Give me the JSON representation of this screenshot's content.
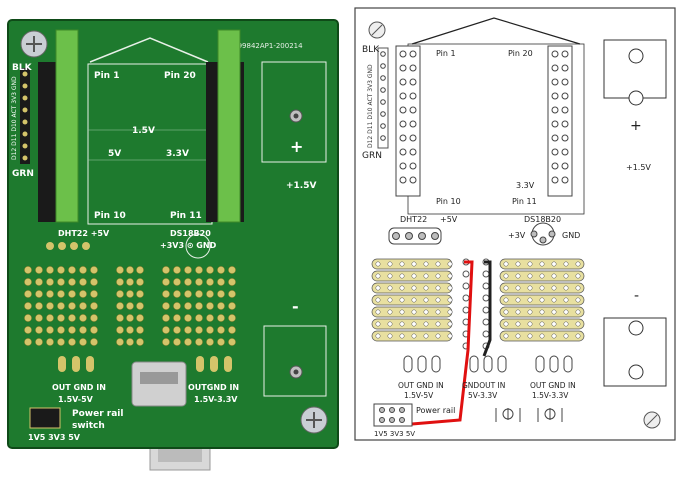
{
  "photo": {
    "board_id": "ZB99842AP1-200214",
    "pin1": "Pin 1",
    "pin20": "Pin 20",
    "pin10": "Pin 10",
    "pin11": "Pin 11",
    "rail_1v5": "1.5V",
    "rail_5v": "5V",
    "rail_3v3": "3.3V",
    "plus_1v5": "+1.5V",
    "dht_label": "DHT22 +5V",
    "ds_label": "DS18B20",
    "ds_pins": "+3V3 ⊙ GND",
    "plus": "+",
    "minus": "-",
    "blk": "BLK",
    "grn": "GRN",
    "left_pin_labels": "D12 D11 D10 ACT 3V3 GND",
    "reg1_pins": "OUT GND IN",
    "reg1_value": "1.5V-5V",
    "reg2_pins": "OUTGND IN",
    "reg2_value": "1.5V-3.3V",
    "power_rail": "Power rail",
    "switch": "switch",
    "bottom_voltages": "1V5 3V3 5V"
  },
  "diagram": {
    "pin1": "Pin 1",
    "pin20": "Pin 20",
    "pin10": "Pin 10",
    "pin11": "Pin 11",
    "v3_3": "3.3V",
    "plus_1v5": "+1.5V",
    "dht_label": "DHT22",
    "dht_plus": "+5V",
    "ds_label": "DS18B20",
    "ds_plus": "+3V",
    "ds_gnd": "GND",
    "plus": "+",
    "minus": "-",
    "blk": "BLK",
    "grn": "GRN",
    "left_pin_labels": "D12 D11 D10 ACT 3V3 GND",
    "reg1_pins": "OUT GND IN",
    "reg1_value": "1.5V-5V",
    "reg_mid_pins": "GNDOUT IN",
    "reg_mid_value": "5V-3.3V",
    "reg2_pins": "OUT GND IN",
    "reg2_value": "1.5V-3.3V",
    "power_rail": "Power rail",
    "bottom_voltages": "1V5 3V3 5V"
  },
  "colors": {
    "pcb": "#1e7a2e",
    "pcb_dark": "#155a22",
    "terminal": "#6cc04a",
    "gold": "#e8e0a0",
    "wire_red": "#e01010",
    "wire_black": "#202020"
  }
}
